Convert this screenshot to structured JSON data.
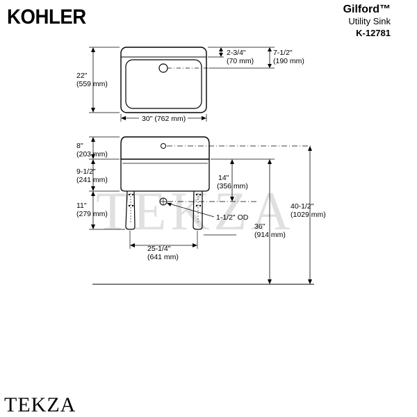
{
  "header": {
    "brand": "KOHLER",
    "product_name": "Gilford™",
    "product_type": "Utility Sink",
    "model": "K-12781"
  },
  "watermark": {
    "center": "TEKZA",
    "bottom": "TEKZA"
  },
  "dimensions": {
    "depth_in": "22\"",
    "depth_mm": "(559 mm)",
    "back_ledge_in": "2-3/4\"",
    "back_ledge_mm": "(70 mm)",
    "drain_from_back_in": "7-1/2\"",
    "drain_from_back_mm": "(190 mm)",
    "width": "30\" (762 mm)",
    "bowl_height_in": "8\"",
    "bowl_height_mm": "(203 mm)",
    "apron_in": "9-1/2\"",
    "apron_mm": "(241 mm)",
    "drain_below_rim_in": "14\"",
    "drain_below_rim_mm": "(356 mm)",
    "leg_upper_in": "11\"",
    "leg_upper_mm": "(279 mm)",
    "drain_od": "1-1/2\" OD",
    "rim_height_in": "36\"",
    "rim_height_mm": "(914 mm)",
    "overall_height_in": "40-1/2\"",
    "overall_height_mm": "(1029 mm)",
    "leg_spacing_in": "25-1/4\"",
    "leg_spacing_mm": "(641 mm)"
  }
}
